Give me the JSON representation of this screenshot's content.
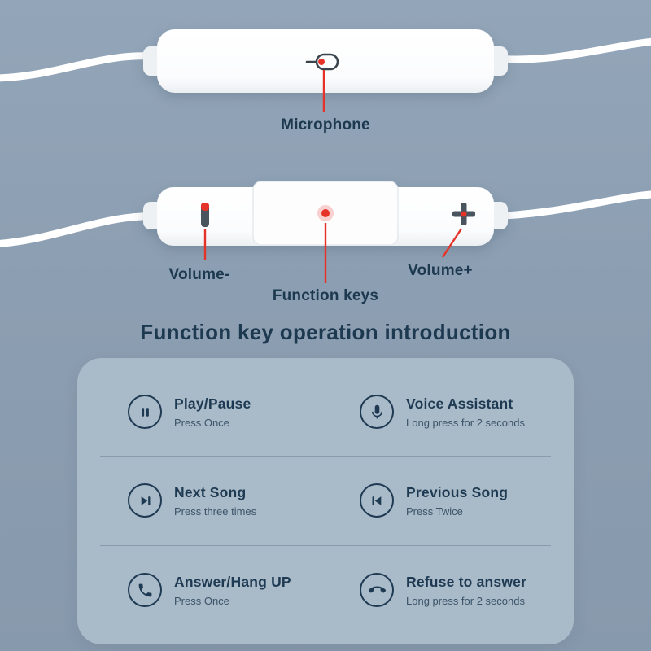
{
  "colors": {
    "background": "#8c9eb1",
    "card": "#a9bac8",
    "navy_text": "#1e3a52",
    "accent_red": "#e63329",
    "remote_white": "#ffffff"
  },
  "callouts": {
    "microphone": "Microphone",
    "volume_minus": "Volume-",
    "function_keys": "Function keys",
    "volume_plus": "Volume+"
  },
  "heading": "Function key operation introduction",
  "features": [
    {
      "icon": "pause-icon",
      "title": "Play/Pause",
      "subtitle": "Press Once"
    },
    {
      "icon": "voice-assistant-mic-icon",
      "title": "Voice Assistant",
      "subtitle": "Long press for 2 seconds"
    },
    {
      "icon": "next-song-icon",
      "title": "Next Song",
      "subtitle": "Press three times"
    },
    {
      "icon": "previous-song-icon",
      "title": "Previous Song",
      "subtitle": "Press Twice"
    },
    {
      "icon": "answer-phone-icon",
      "title": "Answer/Hang UP",
      "subtitle": "Press Once"
    },
    {
      "icon": "refuse-phone-icon",
      "title": "Refuse to answer",
      "subtitle": "Long press for 2 seconds"
    }
  ]
}
